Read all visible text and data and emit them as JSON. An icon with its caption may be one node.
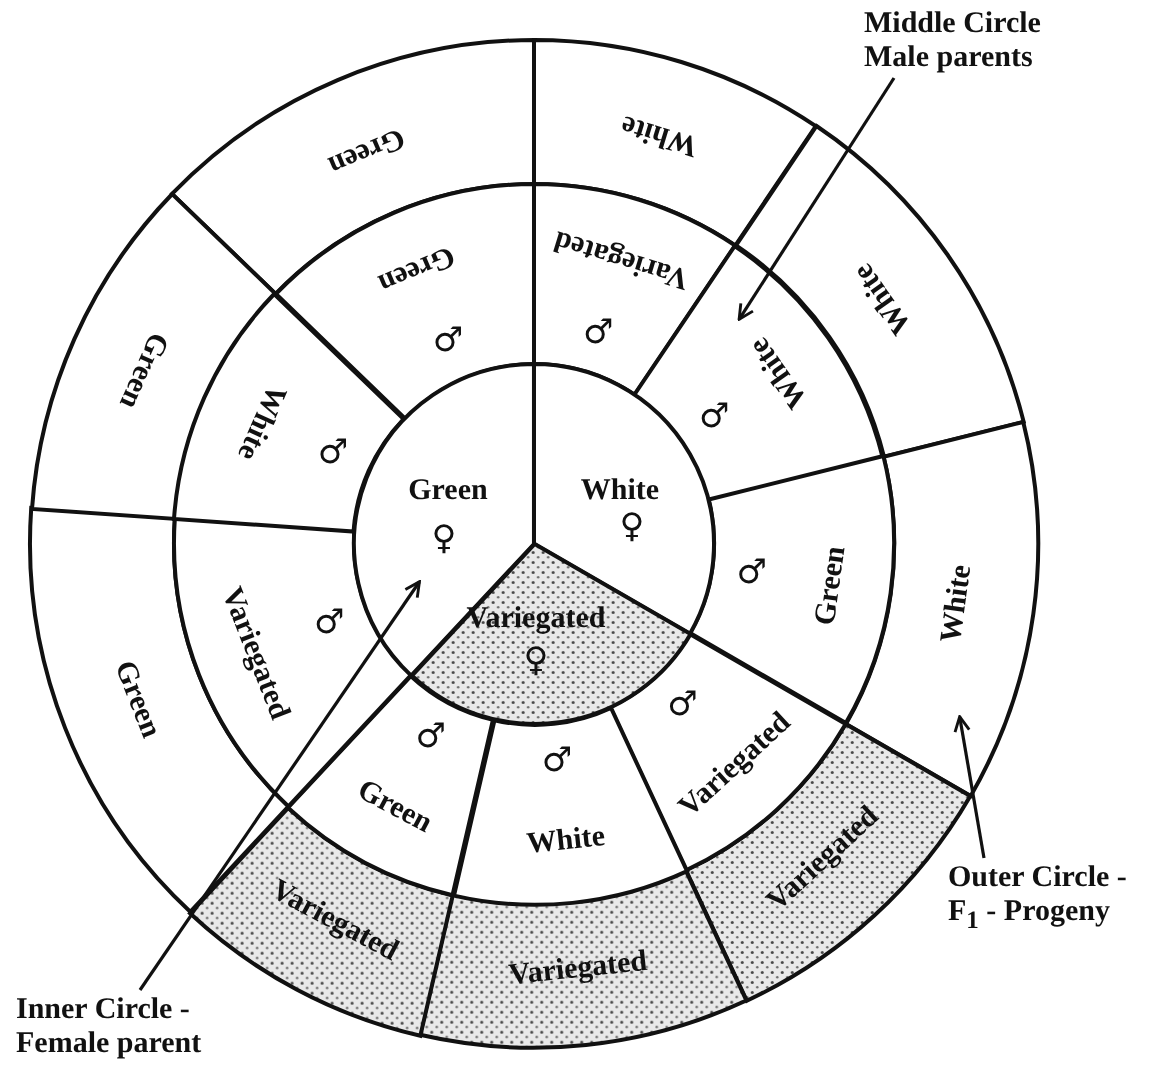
{
  "diagram": {
    "nodes": [
      {
        "text": [
          "Green"
        ]
      },
      {
        "text": [
          "White"
        ]
      },
      {
        "text": [
          "White"
        ]
      },
      {
        "text": [
          "White"
        ]
      },
      {
        "text": [
          "Variegated"
        ]
      },
      {
        "text": [
          "Variegated"
        ]
      },
      {
        "text": [
          "Variegated"
        ]
      },
      {
        "text": [
          "Green"
        ]
      },
      {
        "text": [
          "Green"
        ]
      },
      {
        "text": [
          "Green",
          "♂"
        ]
      },
      {
        "text": [
          "Variegated",
          "♂"
        ]
      },
      {
        "text": [
          "White",
          "♂"
        ]
      },
      {
        "text": [
          "Green",
          "♂"
        ]
      },
      {
        "text": [
          "Variegated",
          "♂"
        ]
      },
      {
        "text": [
          "White",
          "♂"
        ]
      },
      {
        "text": [
          "Green",
          "♂"
        ]
      },
      {
        "text": [
          "Variegated",
          "♂"
        ]
      },
      {
        "text": [
          "White",
          "♂"
        ]
      },
      {
        "text": [
          "Green",
          "♀"
        ]
      },
      {
        "text": [
          "White",
          "♀"
        ]
      },
      {
        "text": [
          "Variegated",
          "♀"
        ]
      },
      {
        "text": [
          "Middle Circle Male parents"
        ]
      },
      {
        "text": [
          "Inner Circle - Female parent"
        ]
      },
      {
        "text": [
          "Outer Circle - F$_{1}$ - Progeny"
        ]
      }
    ],
    "edges": [
      {
        "from": 21,
        "to": 11,
        "arrow": "to"
      },
      {
        "from": 22,
        "to": 18,
        "arrow": "to"
      },
      {
        "from": 23,
        "to": 3,
        "arrow": "to"
      }
    ]
  }
}
